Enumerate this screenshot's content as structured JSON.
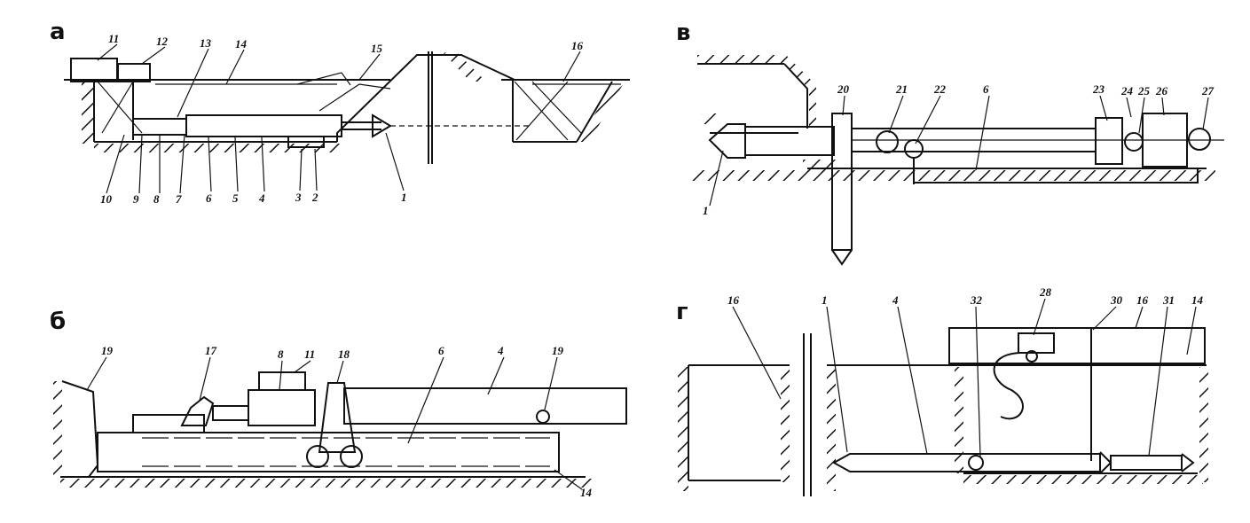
{
  "panels": [
    {
      "id": "a",
      "letter": "а",
      "callouts": [
        "11",
        "12",
        "13",
        "14",
        "15",
        "16",
        "10",
        "9",
        "8",
        "7",
        "6",
        "5",
        "4",
        "3",
        "2",
        "1"
      ]
    },
    {
      "id": "v",
      "letter": "в",
      "callouts": [
        "20",
        "21",
        "22",
        "6",
        "23",
        "24",
        "25",
        "26",
        "27",
        "1"
      ]
    },
    {
      "id": "b",
      "letter": "б",
      "callouts": [
        "19",
        "17",
        "8",
        "11",
        "18",
        "6",
        "4",
        "19",
        "14"
      ]
    },
    {
      "id": "g",
      "letter": "г",
      "callouts": [
        "16",
        "1",
        "4",
        "32",
        "28",
        "30",
        "16",
        "31",
        "14"
      ]
    }
  ]
}
